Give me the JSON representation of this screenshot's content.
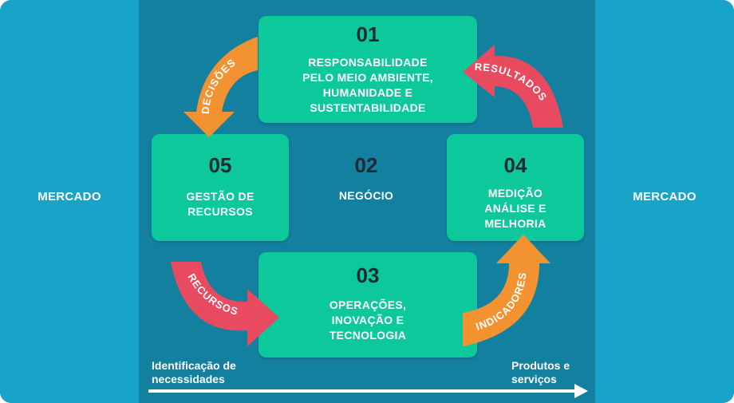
{
  "sides": {
    "left_label": "MERCADO",
    "right_label": "MERCADO"
  },
  "boxes": {
    "b01": {
      "num": "01",
      "lines": [
        "RESPONSABILIDADE",
        "PELO MEIO AMBIENTE,",
        "HUMANIDADE E",
        "SUSTENTABILIDADE"
      ]
    },
    "b02": {
      "num": "02",
      "text": "NEGÓCIO"
    },
    "b03": {
      "num": "03",
      "lines": [
        "OPERAÇÕES,",
        "INOVAÇÃO E",
        "TECNOLOGIA"
      ]
    },
    "b04": {
      "num": "04",
      "lines": [
        "MEDIÇÃO",
        "ANÁLISE E",
        "MELHORIA"
      ]
    },
    "b05": {
      "num": "05",
      "lines": [
        "GESTÃO DE",
        "RECURSOS"
      ]
    }
  },
  "arrows": {
    "decisoes": "DECISÕES",
    "resultados": "RESULTADOS",
    "recursos": "RECURSOS",
    "indicadores": "INDICADORES"
  },
  "bottom": {
    "left_lines": [
      "Identificação de",
      "necessidades"
    ],
    "right_lines": [
      "Produtos e",
      "serviços"
    ]
  },
  "colors": {
    "green": "#0dc89a",
    "orange": "#f39231",
    "red": "#e84a5f",
    "blue": "#18a3c8",
    "dark_blue": "#13809f"
  }
}
